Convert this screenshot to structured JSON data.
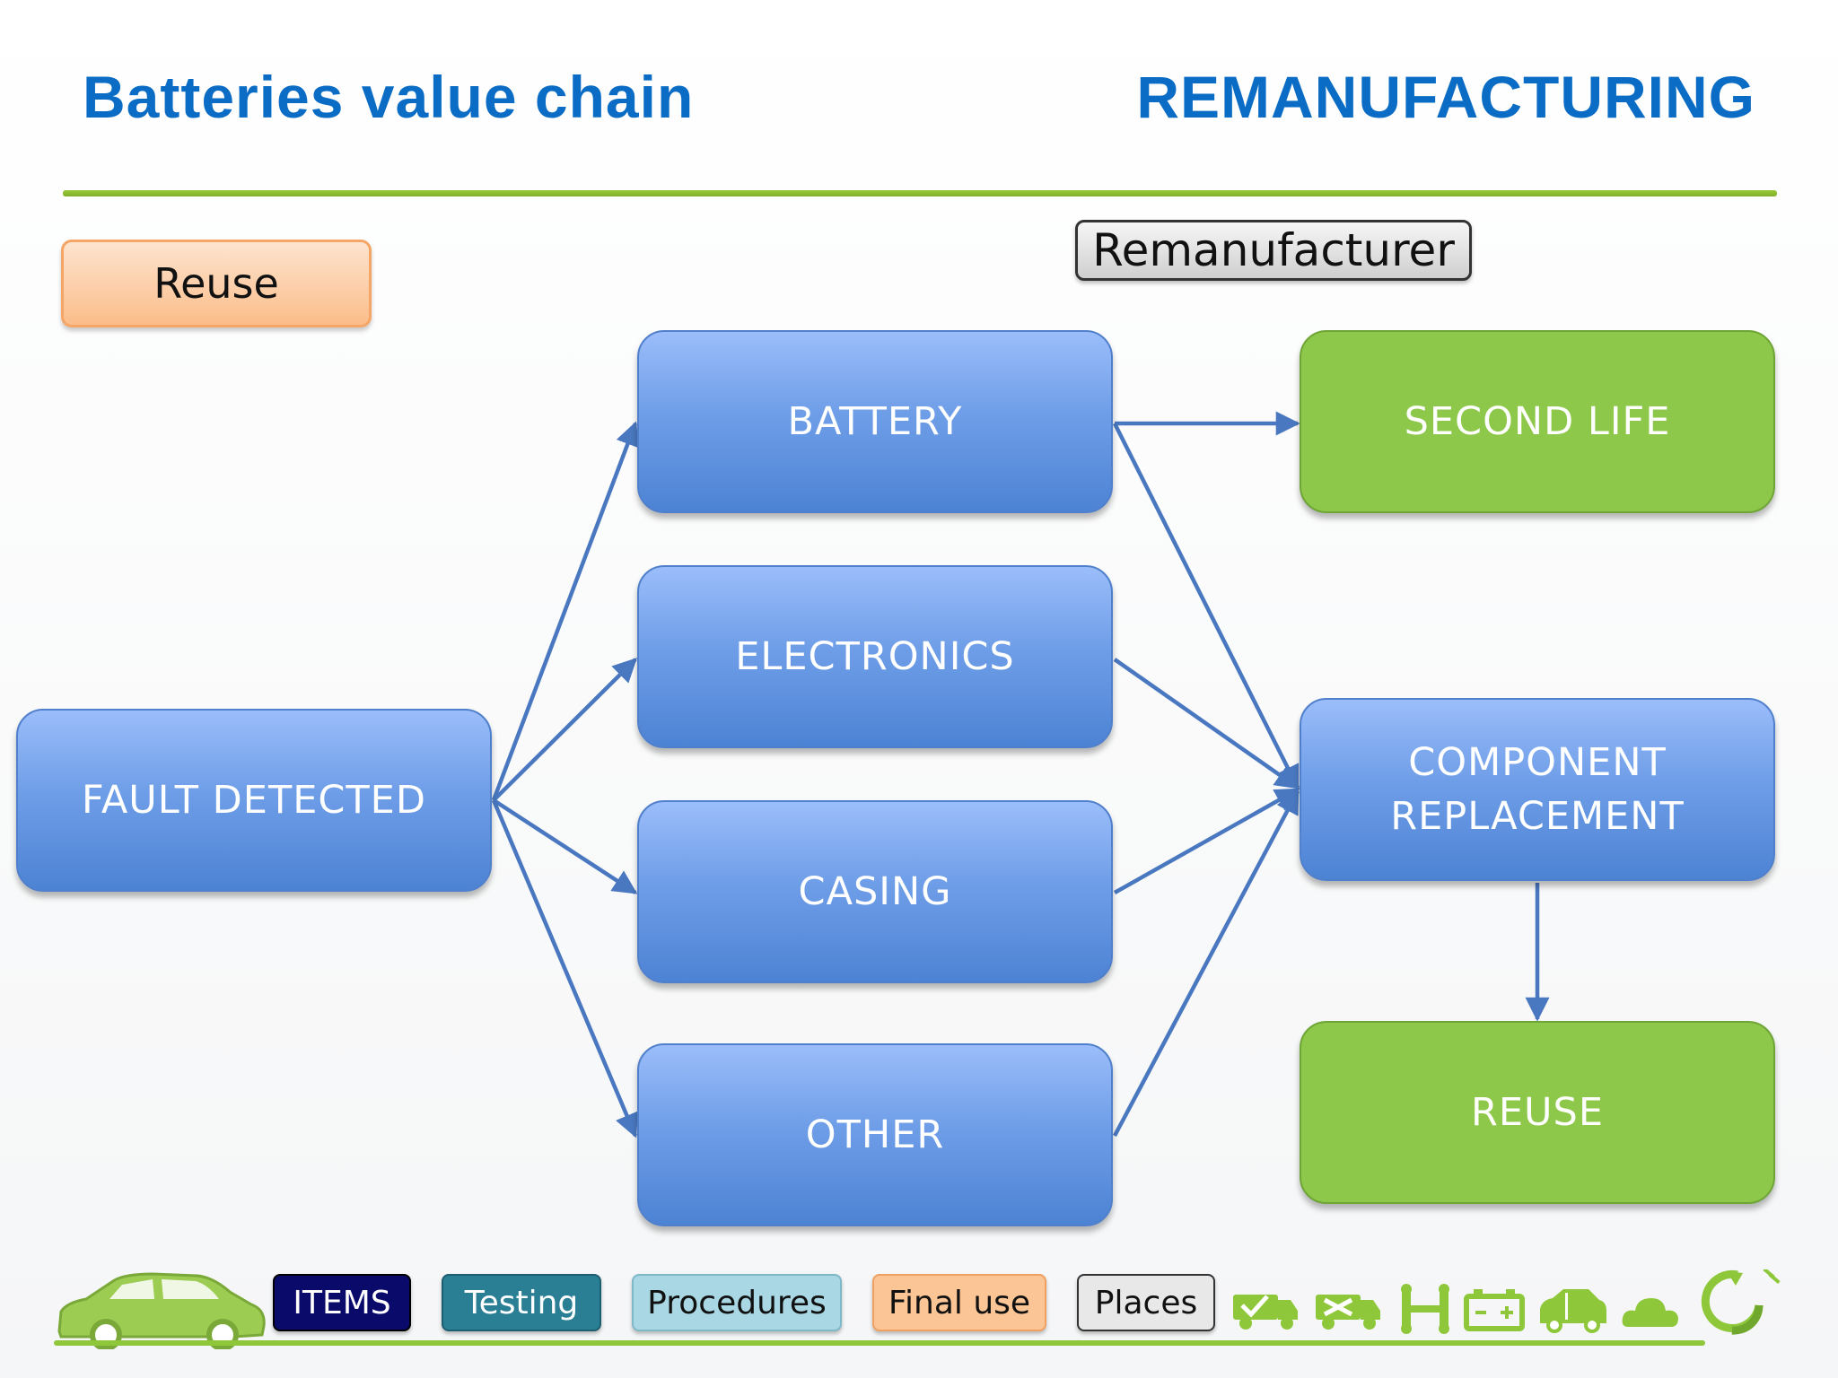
{
  "header": {
    "title_left": "Batteries value chain",
    "title_right": "REMANUFACTURING"
  },
  "tags": {
    "reuse": "Reuse",
    "remanufacturer": "Remanufacturer"
  },
  "nodes": {
    "fault": "FAULT DETECTED",
    "battery": "BATTERY",
    "electronics": "ELECTRONICS",
    "casing": "CASING",
    "other": "OTHER",
    "second_life": "SECOND LIFE",
    "component_line1": "COMPONENT",
    "component_line2": "REPLACEMENT",
    "reuse": "REUSE"
  },
  "legend": {
    "items": "ITEMS",
    "testing": "Testing",
    "procedures": "Procedures",
    "final_use": "Final use",
    "places": "Places"
  },
  "colors": {
    "title": "#0a6cc4",
    "accent_green": "#8ec84a",
    "node_blue": "#6f9ee8",
    "arrow": "#4a78c0"
  },
  "icons": [
    "car-icon",
    "truck-check-icon",
    "truck-tools-icon",
    "circuit-icon",
    "battery-icon",
    "car-side-icon",
    "cloud-icon",
    "recycle-plug-icon"
  ]
}
